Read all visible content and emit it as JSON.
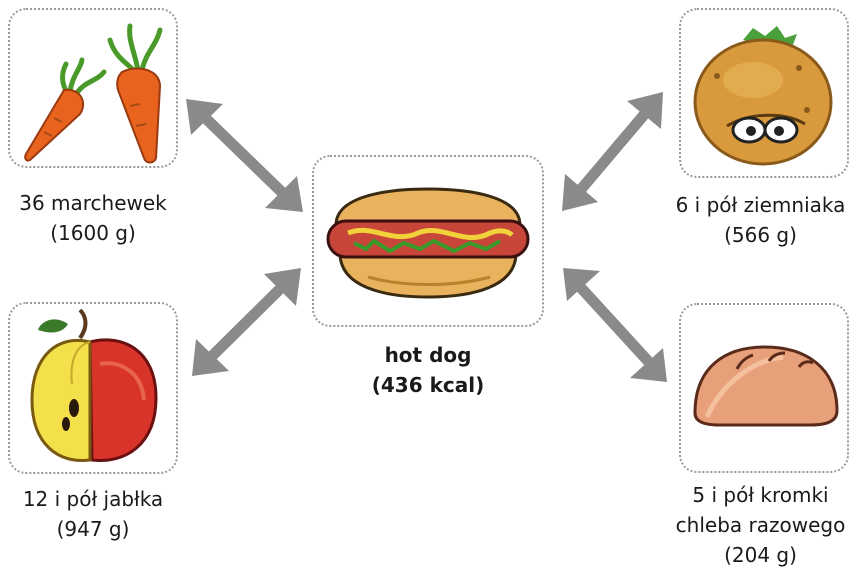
{
  "center": {
    "name": "hot dog",
    "value": "(436 kcal)",
    "icon": "hotdog-icon"
  },
  "items": [
    {
      "lines": [
        "36 marchewek",
        "(1600 g)"
      ],
      "icon": "carrots-icon"
    },
    {
      "lines": [
        "6 i pół ziemniaka",
        "(566 g)"
      ],
      "icon": "potato-icon"
    },
    {
      "lines": [
        "12 i pół jabłka",
        "(947 g)"
      ],
      "icon": "apple-icon"
    },
    {
      "lines": [
        "5 i pół kromki",
        "chleba razowego",
        "(204 g)"
      ],
      "icon": "bread-icon"
    }
  ],
  "colors": {
    "arrow": "#8a8a8a",
    "border": "#9a9a9a"
  }
}
